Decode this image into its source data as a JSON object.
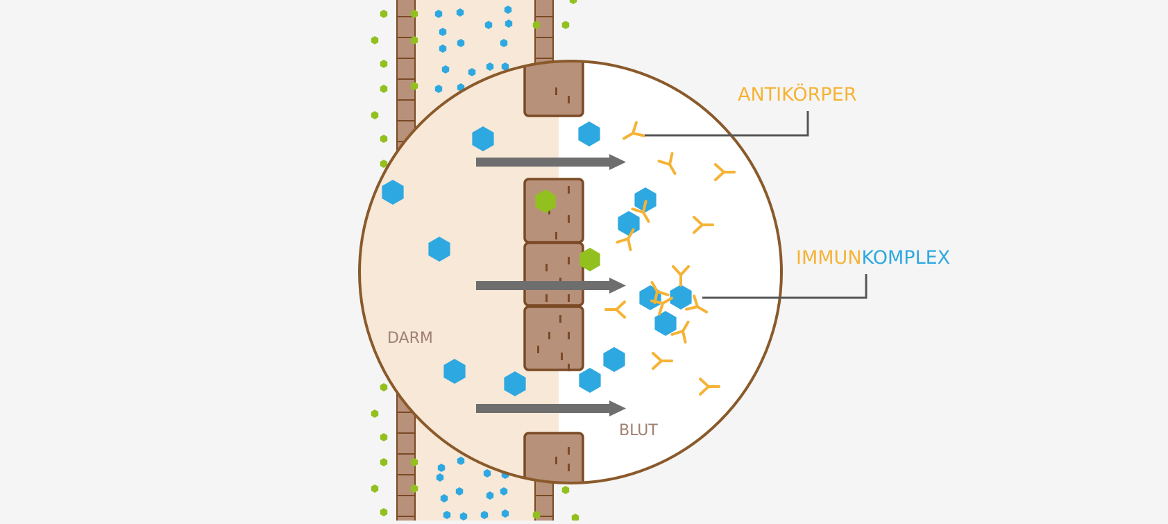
{
  "labels": {
    "antikoerper": "ANTIKÖRPER",
    "immun": "IMMUN",
    "komplex": "KOMPLEX",
    "darm": "DARM",
    "blut": "BLUT"
  },
  "colors": {
    "background": "#f5f5f5",
    "gut_fill": "#f7e8d8",
    "blood_fill": "#ffffff",
    "cell_fill": "#b8917a",
    "cell_stroke": "#7a4a25",
    "circle_stroke": "#8a5a2b",
    "antigen_blue": "#2ea8e0",
    "particle_green": "#92c01f",
    "antibody_orange": "#f5b335",
    "arrow_gray": "#6e6e6e",
    "leader_gray": "#555555",
    "label_brown": "#a08070"
  },
  "icons": {
    "antigen": "blue-hexagon-icon",
    "particle": "green-hexagon-icon",
    "antibody": "y-shaped-antibody-icon",
    "arrow": "right-arrow-icon"
  }
}
